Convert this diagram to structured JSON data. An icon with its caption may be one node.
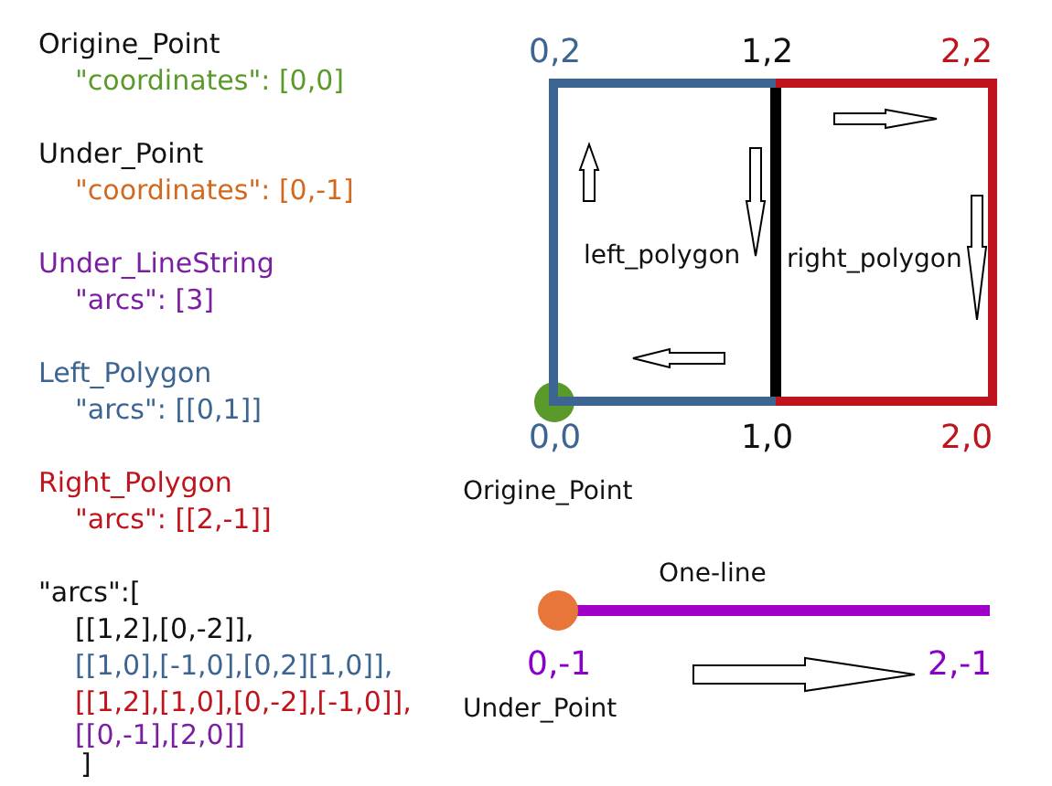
{
  "diagram": {
    "nodes": [
      {
        "text": [
          "left_polygon"
        ]
      },
      {
        "text": [
          "right_polygon"
        ]
      }
    ],
    "labels": [
      "Origine_Point",
      "\"coordinates\": [0,0]",
      "Under_Point",
      "\"coordinates\": [0,-1]",
      "Under_LineString",
      "\"arcs\": [3]",
      "Left_Polygon",
      "\"arcs\": [[0,1]]",
      "Right_Polygon",
      "\"arcs\": [[2,-1]]",
      "\"arcs\":[",
      "[[1,2],[0,-2]],",
      "[[1,0],[-1,0],[0,2][1,0]],",
      "[[1,2],[1,0],[0,-2],[-1,0]],",
      "[[0,-1],[2,0]]",
      "]",
      "0,2",
      "1,2",
      "2,2",
      "0,0",
      "1,0",
      "2,0",
      "Origine_Point",
      "One-line",
      "0,-1",
      "2,-1",
      "Under_Point"
    ]
  }
}
